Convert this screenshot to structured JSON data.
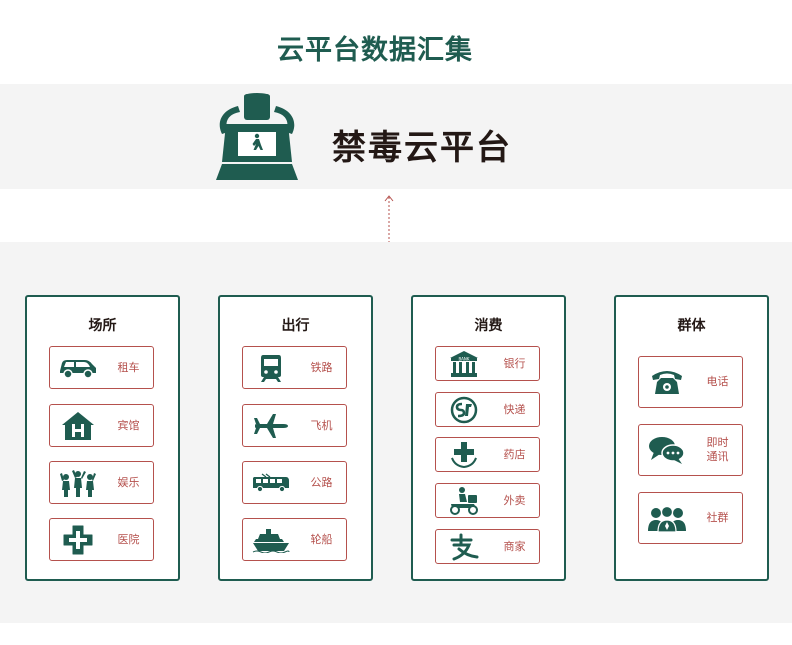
{
  "title": "云平台数据汇集",
  "platform": {
    "name": "禁毒云平台",
    "icon": "security-scanner-icon"
  },
  "colors": {
    "primary": "#1f5c50",
    "accent": "#b5514d",
    "band": "#f4f4f4"
  },
  "groups": [
    {
      "title": "场所",
      "items": [
        {
          "label": "租车",
          "icon": "car-icon"
        },
        {
          "label": "宾馆",
          "icon": "hotel-icon"
        },
        {
          "label": "娱乐",
          "icon": "people-dancing-icon"
        },
        {
          "label": "医院",
          "icon": "hospital-cross-icon"
        }
      ]
    },
    {
      "title": "出行",
      "items": [
        {
          "label": "铁路",
          "icon": "train-icon"
        },
        {
          "label": "飞机",
          "icon": "airplane-icon"
        },
        {
          "label": "公路",
          "icon": "bus-icon"
        },
        {
          "label": "轮船",
          "icon": "ship-icon"
        }
      ]
    },
    {
      "title": "消费",
      "items": [
        {
          "label": "银行",
          "icon": "bank-icon"
        },
        {
          "label": "快递",
          "icon": "express-logo-icon"
        },
        {
          "label": "药店",
          "icon": "pharmacy-icon"
        },
        {
          "label": "外卖",
          "icon": "delivery-scooter-icon"
        },
        {
          "label": "商家",
          "icon": "alipay-icon"
        }
      ]
    },
    {
      "title": "群体",
      "items": [
        {
          "label": "电话",
          "icon": "telephone-icon"
        },
        {
          "label": "即时\n通讯",
          "icon": "chat-bubbles-icon"
        },
        {
          "label": "社群",
          "icon": "group-people-icon"
        }
      ]
    }
  ]
}
